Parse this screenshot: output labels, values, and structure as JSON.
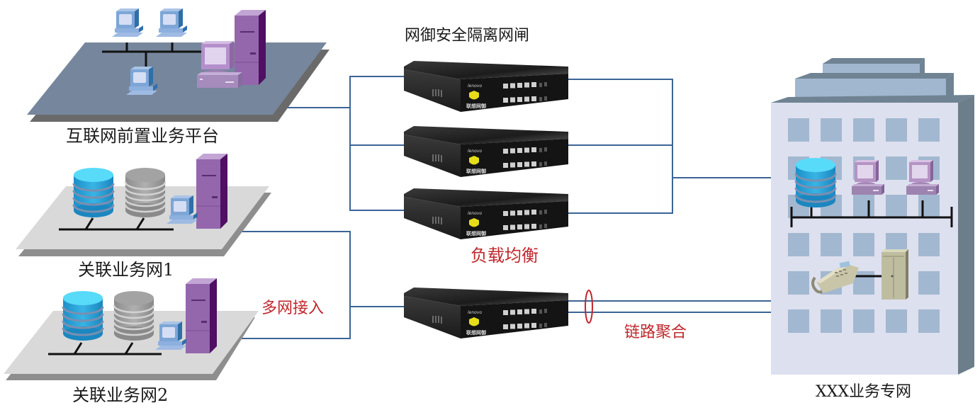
{
  "labels": {
    "internet_platform": "互联网前置业务平台",
    "related_net_1": "关联业务网1",
    "related_net_2": "关联业务网2",
    "gateway_title": "网御安全隔离网闸",
    "load_balance": "负载均衡",
    "multi_access": "多网接入",
    "link_aggregation": "链路聚合",
    "private_net": "XXX业务专网"
  },
  "device": {
    "brand": "lenovo",
    "product_mark": "联想网御"
  },
  "colors": {
    "link": "#3c6496",
    "annotation_red": "#c0282d",
    "platform_dark": "#76869c",
    "platform_light": "#d9d9d9",
    "building_face": "#dde0ef",
    "building_window": "#a2b8d0"
  },
  "icons": {
    "workstation": "computer-icon",
    "server": "server-tower-icon",
    "database": "database-icon",
    "gateway": "rack-appliance-icon",
    "phone": "telephone-icon",
    "building": "building-icon"
  }
}
